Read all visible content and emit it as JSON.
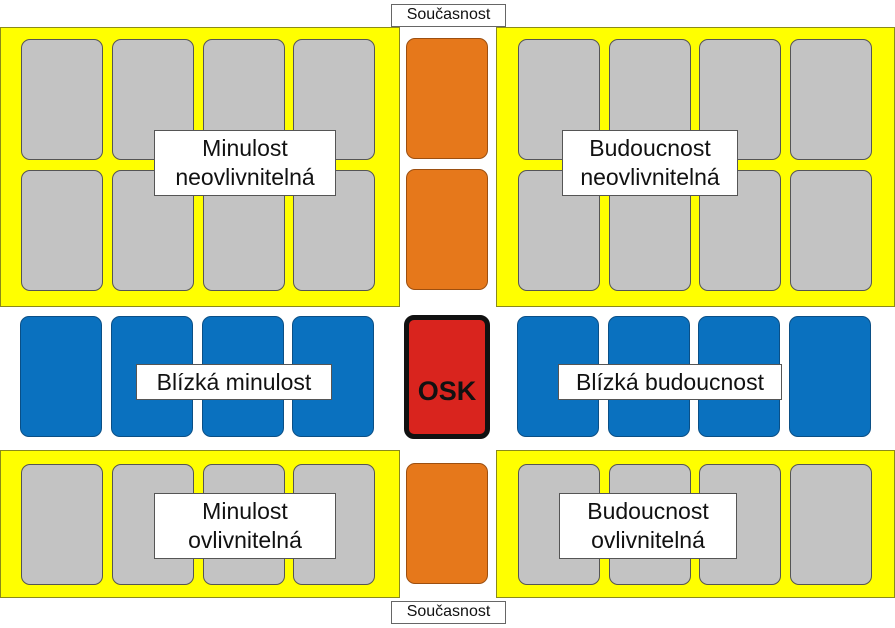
{
  "labels": {
    "past_fixed": [
      "Minulost",
      "neovlivnitelná"
    ],
    "future_fixed": [
      "Budoucnost",
      "neovlivnitelná"
    ],
    "near_past": "Blízká minulost",
    "near_future": "Blízká budoucnost",
    "past_changeable": [
      "Minulost",
      "ovlivnitelná"
    ],
    "future_changeable": [
      "Budoucnost",
      "ovlivnitelná"
    ],
    "present_top": "Současnost",
    "present_bottom": "Současnost",
    "center": "OSK"
  },
  "colors": {
    "panel": "#ffff00",
    "grey_card": "#c3c3c3",
    "blue_card": "#0a71bf",
    "orange_card": "#e6781b",
    "center_card": "#d9241e"
  }
}
